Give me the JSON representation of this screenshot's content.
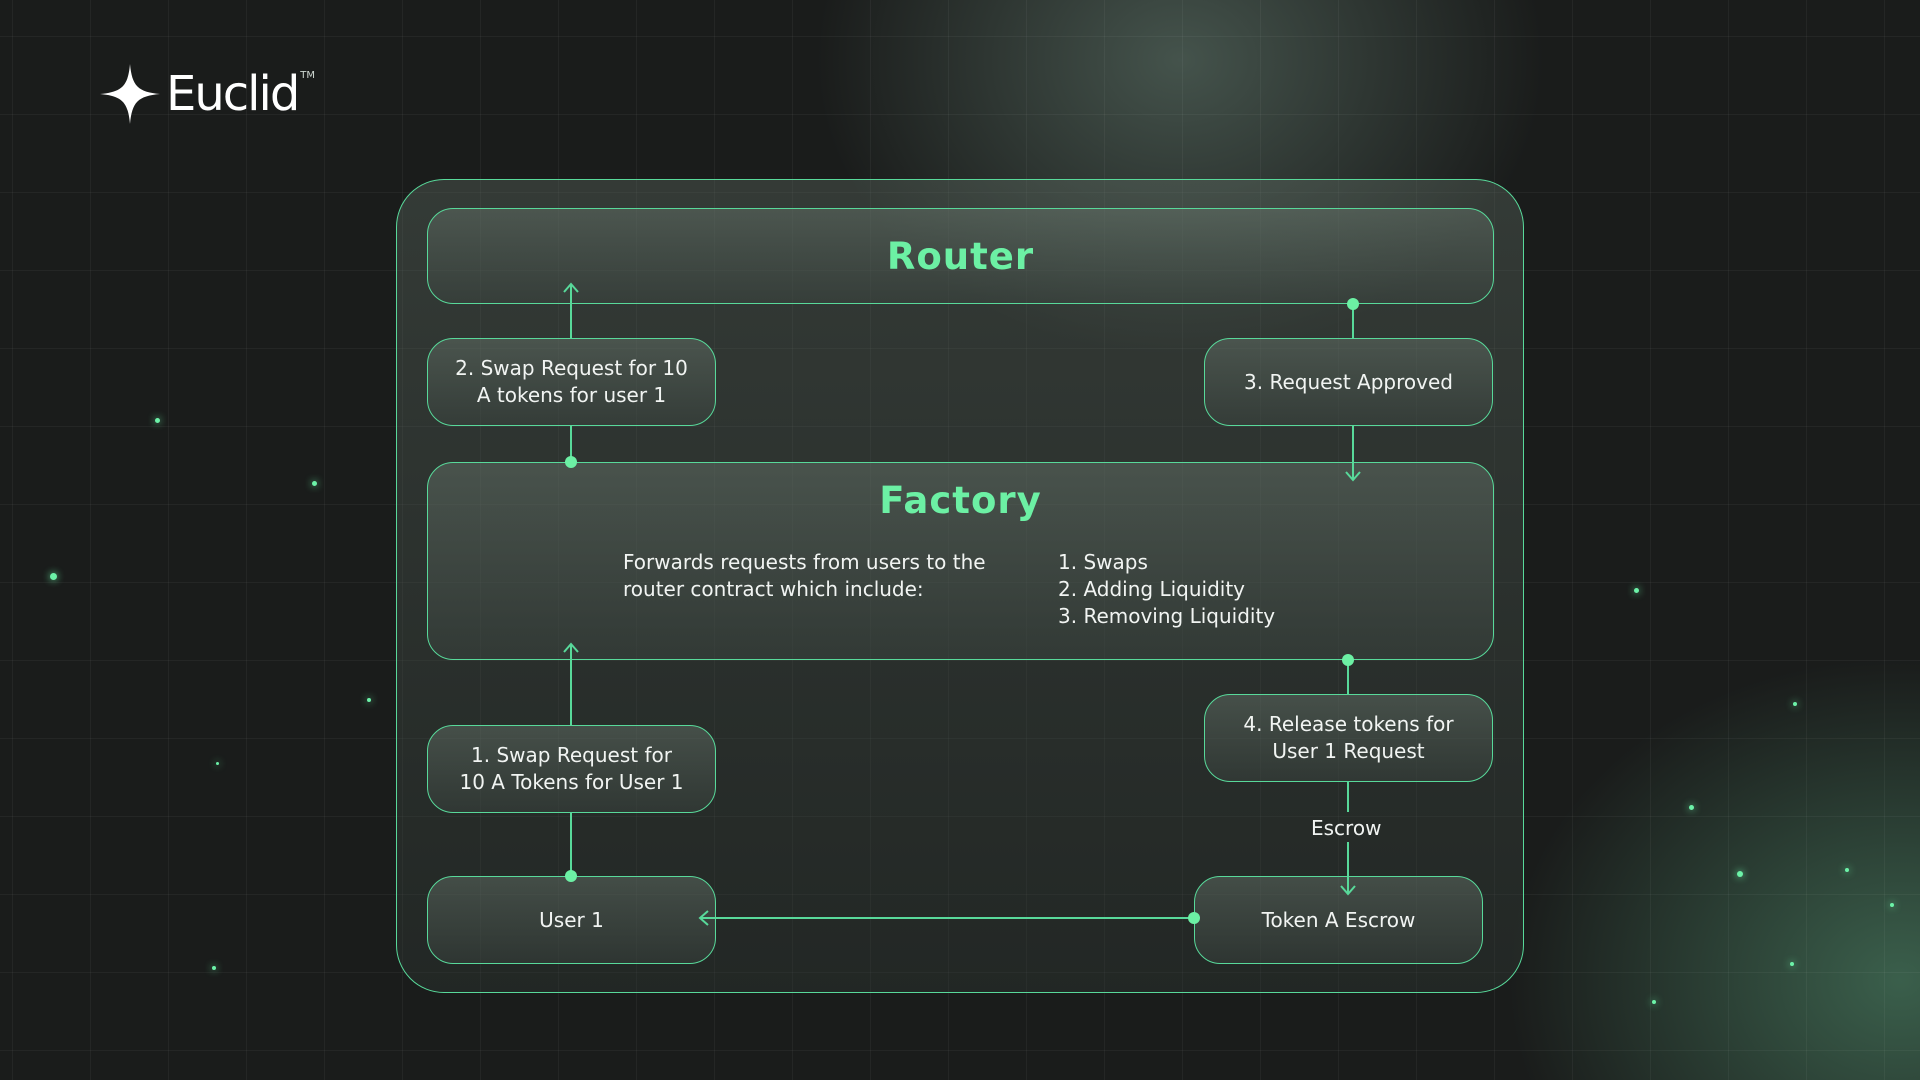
{
  "brand": {
    "name": "Euclid",
    "tm": "TM"
  },
  "diagram": {
    "router": {
      "title": "Router"
    },
    "factory": {
      "title": "Factory",
      "description": "Forwards requests from users to the router contract which include:",
      "list": [
        "1.  Swaps",
        "2.  Adding Liquidity",
        "3.  Removing Liquidity"
      ]
    },
    "steps": {
      "step1": [
        "1.  Swap Request for",
        "10 A Tokens for User 1"
      ],
      "step2": [
        "2.  Swap Request for 10",
        "A tokens for user 1"
      ],
      "step3": "3.  Request Approved",
      "step4": [
        "4.  Release tokens for",
        "User 1 Request"
      ]
    },
    "user": "User 1",
    "escrow_box": "Token A Escrow",
    "escrow_edge_label": "Escrow"
  },
  "colors": {
    "accent": "#58d99a",
    "title": "#6cf0a4",
    "background": "#1a1c1b"
  }
}
